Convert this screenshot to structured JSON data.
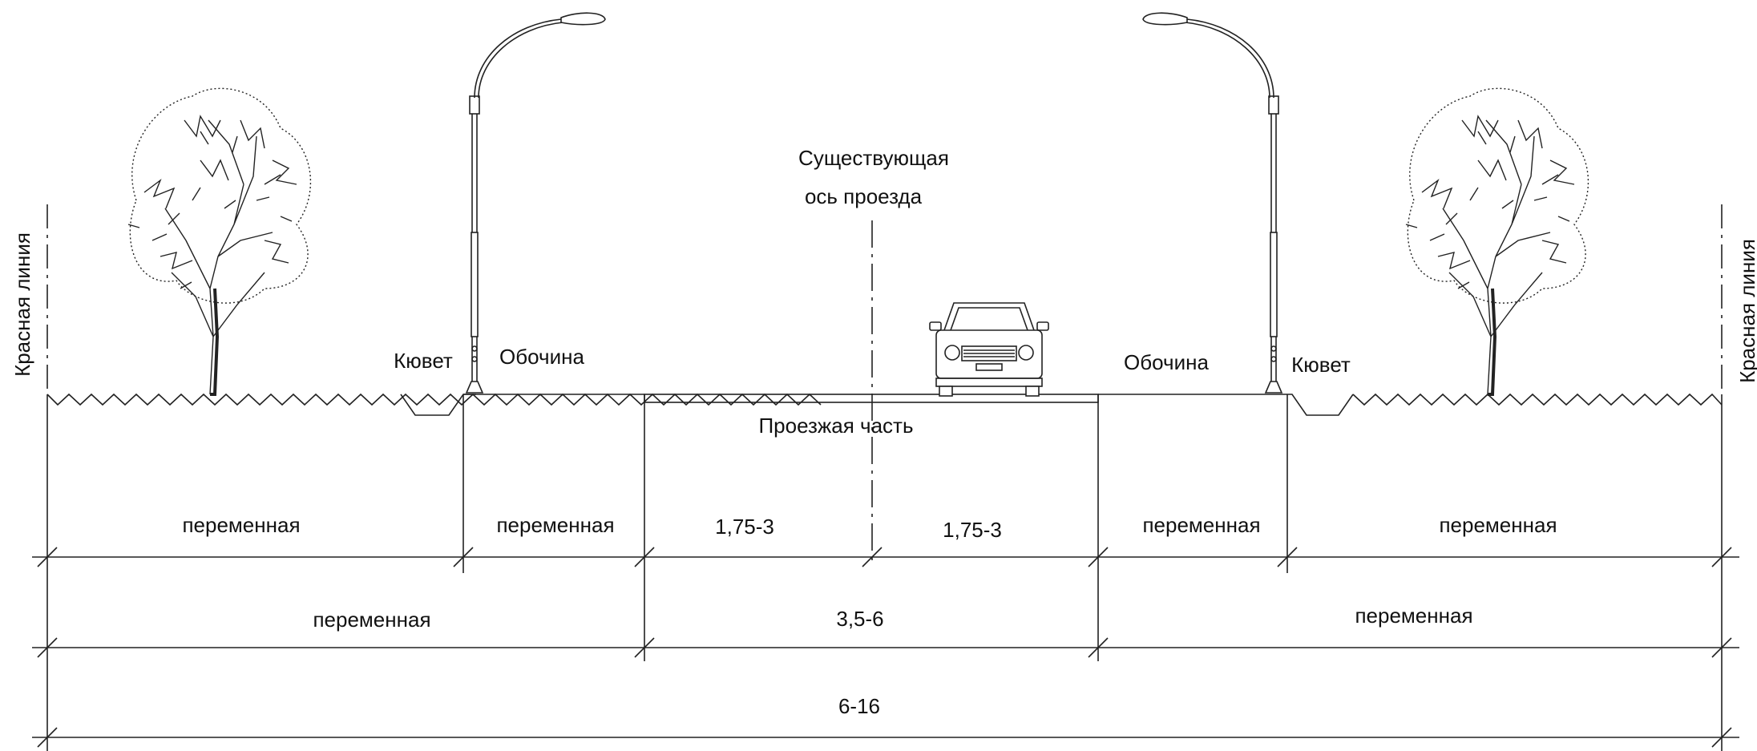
{
  "axis_caption": [
    "Существующая",
    "ось проезда"
  ],
  "red_line_left": "Красная линия",
  "red_line_right": "Красная линия",
  "ditch_left": "Кювет",
  "ditch_right": "Кювет",
  "shoulder_left": "Обочина",
  "shoulder_right": "Обочина",
  "carriageway": "Проезжая часть",
  "dims_row1": [
    "переменная",
    "переменная",
    "1,75-3",
    "1,75-3",
    "переменная",
    "переменная"
  ],
  "dims_row2": [
    "переменная",
    "3,5-6",
    "переменная"
  ],
  "dims_row3": [
    "6-16"
  ]
}
